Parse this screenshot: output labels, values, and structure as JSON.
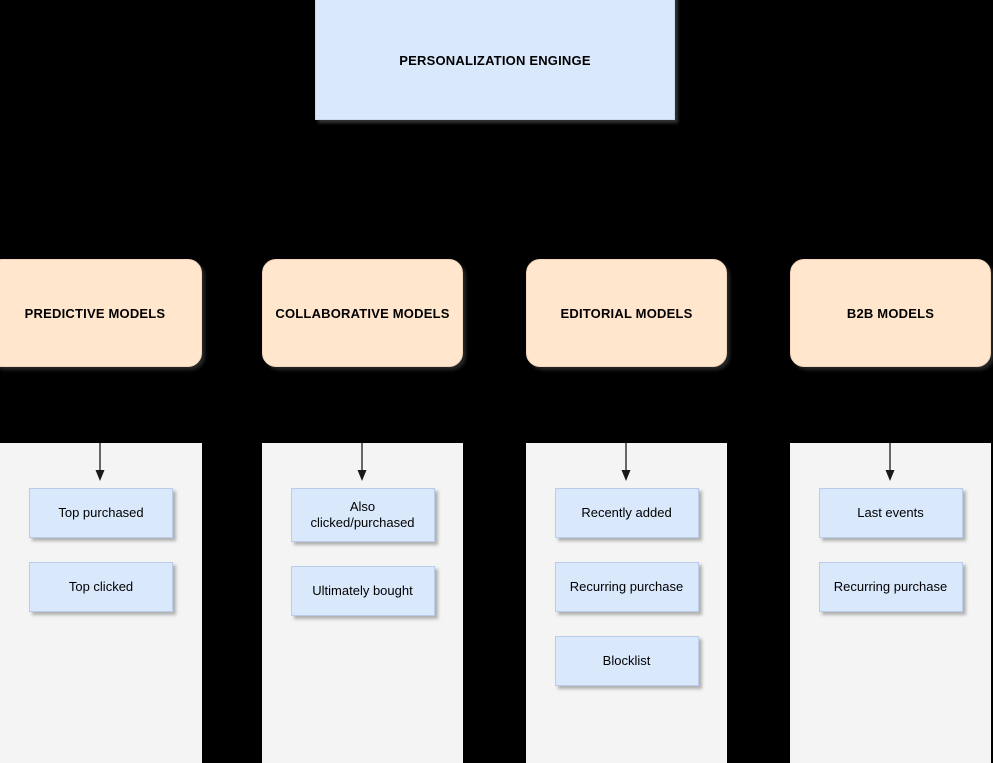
{
  "diagram": {
    "title_box": {
      "label": "PERSONALIZATION ENGINGE",
      "fill": "#dae8fc"
    },
    "colors": {
      "background": "#000000",
      "engine_fill": "#dae8fc",
      "model_fill": "#ffe6cc",
      "card_fill": "#f4f4f4",
      "item_fill": "#dae8fc",
      "arrow": "#666666",
      "text": "#000000"
    },
    "columns": [
      {
        "model_label": "PREDICTIVE MODELS",
        "arrow_icon": "down-arrow-icon",
        "items": [
          {
            "label": "Top purchased"
          },
          {
            "label": "Top clicked"
          }
        ]
      },
      {
        "model_label": "COLLABORATIVE MODELS",
        "arrow_icon": "down-arrow-icon",
        "items": [
          {
            "label": "Also clicked/purchased"
          },
          {
            "label": "Ultimately bought"
          }
        ]
      },
      {
        "model_label": "EDITORIAL MODELS",
        "arrow_icon": "down-arrow-icon",
        "items": [
          {
            "label": "Recently added"
          },
          {
            "label": "Recurring purchase"
          },
          {
            "label": "Blocklist"
          }
        ]
      },
      {
        "model_label": "B2B MODELS",
        "arrow_icon": "down-arrow-icon",
        "items": [
          {
            "label": "Last events"
          },
          {
            "label": "Recurring purchase"
          }
        ]
      }
    ]
  }
}
